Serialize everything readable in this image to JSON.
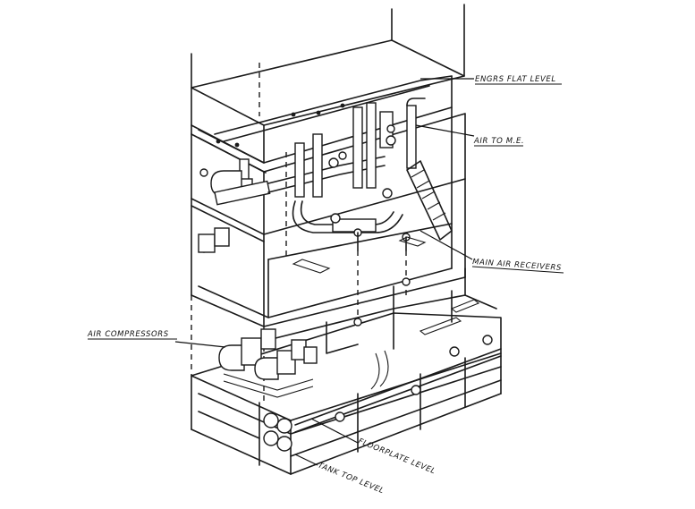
{
  "diagram": {
    "labels": {
      "engrs_flat_level": "ENGRS FLAT LEVEL",
      "air_to_me": "AIR TO M.E.",
      "main_air_receivers": "MAIN AIR RECEIVERS",
      "air_compressors": "AIR COMPRESSORS",
      "floorplate_level": "FLOORPLATE LEVEL",
      "tank_top_level": "TANK TOP LEVEL"
    },
    "colors": {
      "ink": "#1a1a1a",
      "paper": "#ffffff"
    }
  }
}
